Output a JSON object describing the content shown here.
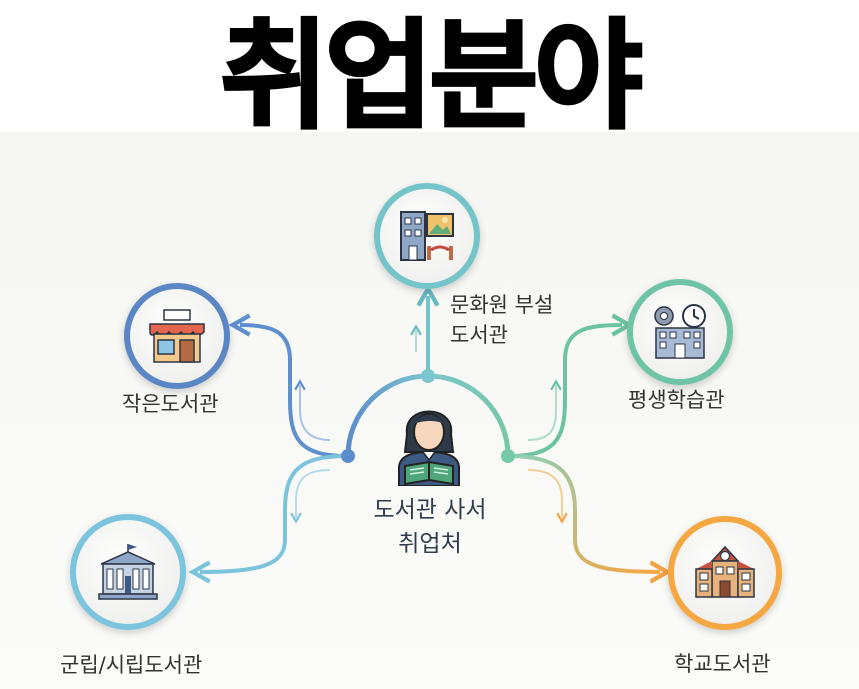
{
  "title": "취업분야",
  "center": {
    "line1": "도서관 사서",
    "line2": "취업처",
    "icon": "librarian-reading-icon"
  },
  "nodes": [
    {
      "id": "culture",
      "line1": "문화원 부설",
      "line2": "도서관",
      "icon": "building-gallery-icon",
      "color": "#74c4c9"
    },
    {
      "id": "small",
      "label": "작은도서관",
      "icon": "storefront-icon",
      "color": "#5b86c6"
    },
    {
      "id": "lifelong",
      "label": "평생학습관",
      "icon": "gear-clock-building-icon",
      "color": "#6fc3a6"
    },
    {
      "id": "public",
      "label": "군립/시립도서관",
      "icon": "government-building-icon",
      "color": "#7cc3dd"
    },
    {
      "id": "school",
      "label": "학교도서관",
      "icon": "school-building-icon",
      "color": "#f5a742"
    }
  ]
}
